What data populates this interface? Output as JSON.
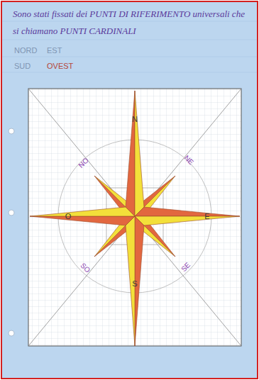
{
  "diagram": {
    "title": "Sono stati fissati dei PUNTI DI RIFERIMENTO universali che si chiamano PUNTI CARDINALI",
    "labels": [
      "NORD",
      "EST",
      "SUD",
      "OVEST",
      "N",
      "NE",
      "E",
      "SE",
      "S",
      "SO",
      "O",
      "NO"
    ]
  }
}
